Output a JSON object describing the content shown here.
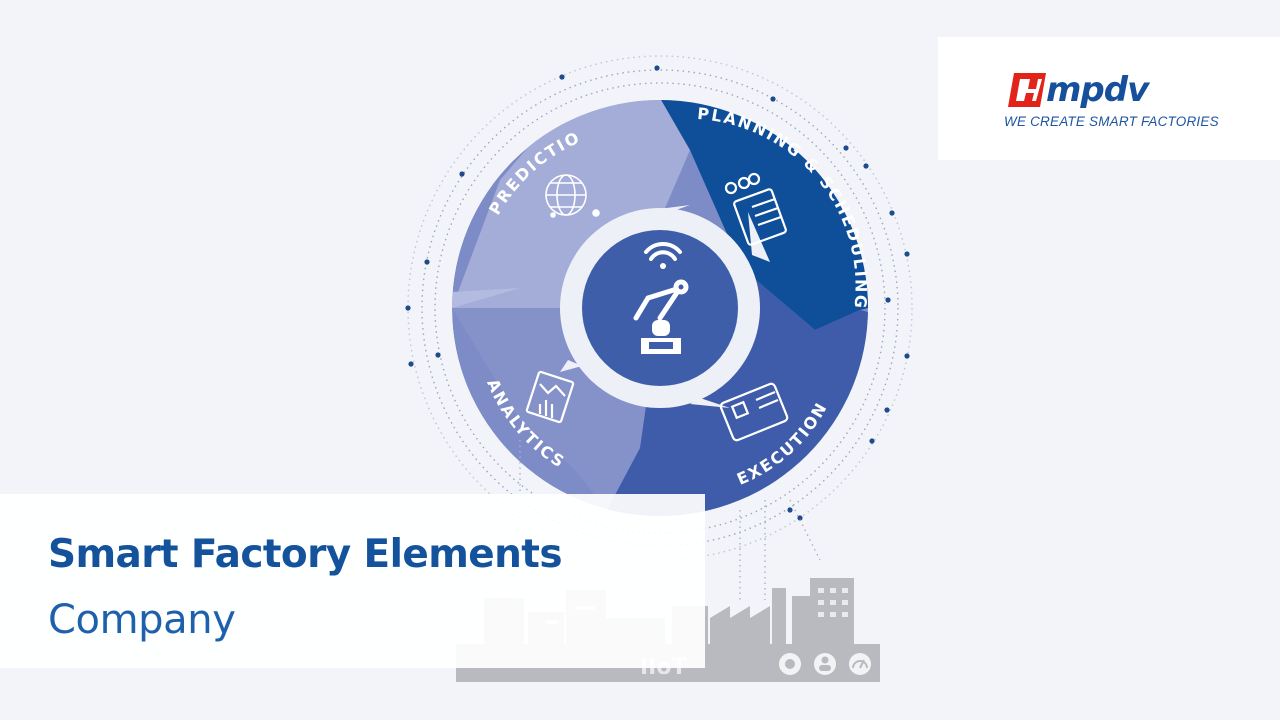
{
  "logo": {
    "wordmark": "mpdv",
    "tagline": "WE CREATE SMART FACTORIES"
  },
  "wheel": {
    "segments": [
      {
        "label": "PREDICTION",
        "icon": "globe-network-icon",
        "color": "#a4acd8"
      },
      {
        "label": "PLANNING & SCHEDULING",
        "icon": "schedule-board-icon",
        "color": "#0e4d97"
      },
      {
        "label": "EXECUTION",
        "icon": "terminal-device-icon",
        "color": "#3d5ba8"
      },
      {
        "label": "ANALYTICS",
        "icon": "chart-report-icon",
        "color": "#8591c9"
      }
    ],
    "center_icon": "robot-arm-wifi-icon"
  },
  "factory": {
    "label": "IIoT",
    "icons": [
      "gears-icon",
      "person-icon",
      "gauge-icon"
    ]
  },
  "title": {
    "main": "Smart Factory Elements",
    "sub": "Company"
  }
}
